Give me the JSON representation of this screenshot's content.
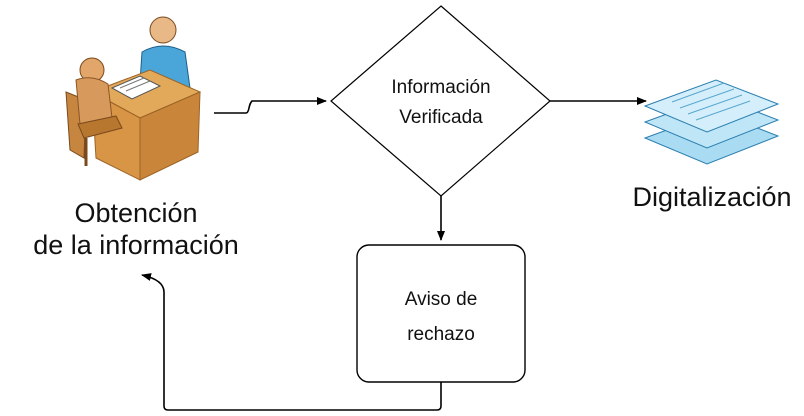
{
  "nodes": {
    "obtain": {
      "line1": "Obtención",
      "line2": "de la información",
      "icon": "meeting-desk-icon"
    },
    "decision": {
      "line1": "Información",
      "line2": "Verificada"
    },
    "digitize": {
      "label": "Digitalización",
      "icon": "document-stack-icon"
    },
    "reject": {
      "line1": "Aviso de",
      "line2": "rechazo"
    }
  },
  "colors": {
    "stroke": "#000000",
    "desk": "#e3a95a",
    "desk_dark": "#9c6326",
    "person_front": "#d89a5c",
    "person_back": "#4aa6d8",
    "doc_fill": "#bfe6f7",
    "doc_stroke": "#2b7fb0"
  }
}
